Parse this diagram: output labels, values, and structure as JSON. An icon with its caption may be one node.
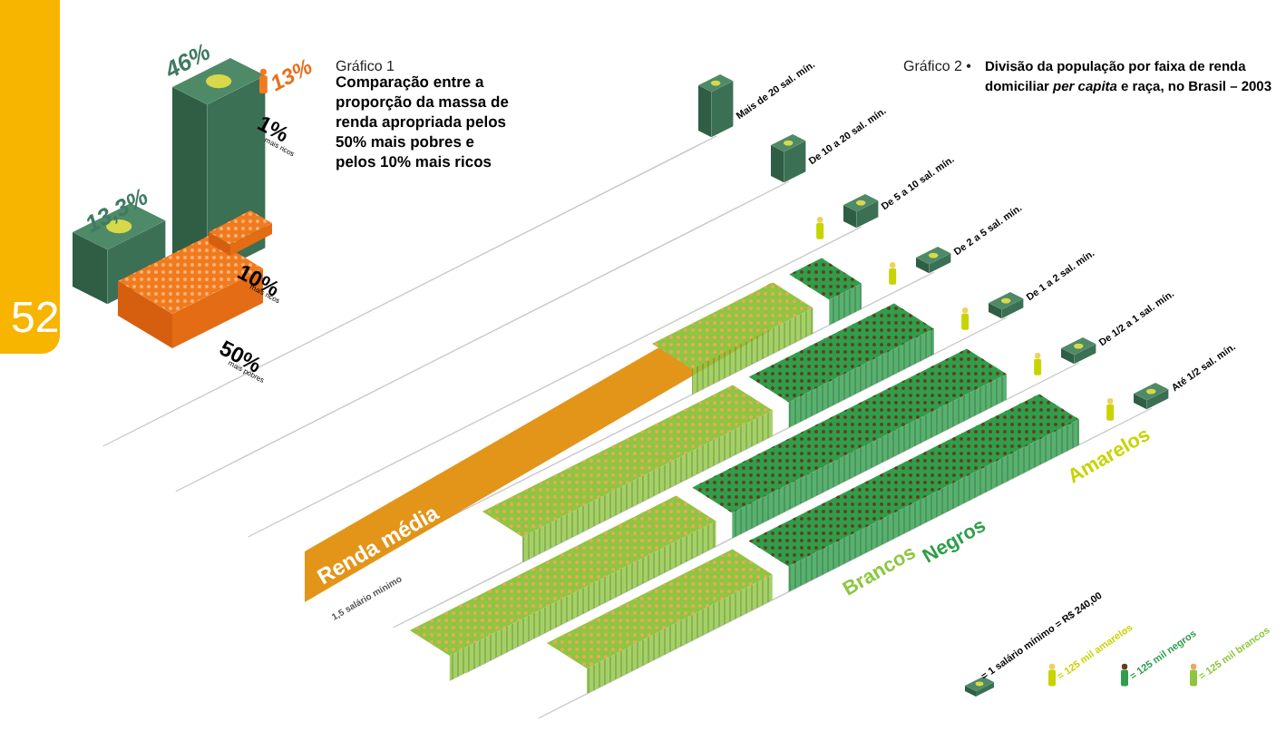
{
  "diagram": {
    "labels": [
      "52",
      "46%",
      "13%",
      "1%",
      "mais ricos",
      "13,3%",
      "10%",
      "mais ricos",
      "50%",
      "mais pobres",
      "Gráfico 1",
      "Comparação entre a proporção da massa de renda apropriada pelos 50% mais pobres e pelos 10% mais ricos",
      "Gráfico 2 •",
      "Divisão da população por faixa de renda domiciliar *per capita* e raça, no Brasil – 2003",
      "Mais de 20 sal. mín.",
      "De 10 a 20 sal. mín.",
      "De 5 a 10 sal. mín.",
      "De 2 a 5 sal. mín.",
      "De 1 a 2 sal. mín.",
      "De 1/2 a 1 sal. mín.",
      "Até 1/2 sal. mín.",
      "Renda média",
      "1,5 salário mínimo",
      "Brancos",
      "Negros",
      "Amarelos"
    ],
    "legend": [
      {
        "text": "= 1 salário mínimo = R$ 240,00"
      },
      {
        "text": "= 125 mil amarelos"
      },
      {
        "text": "= 125 mil negros"
      },
      {
        "text": "= 125 mil brancos"
      }
    ]
  }
}
